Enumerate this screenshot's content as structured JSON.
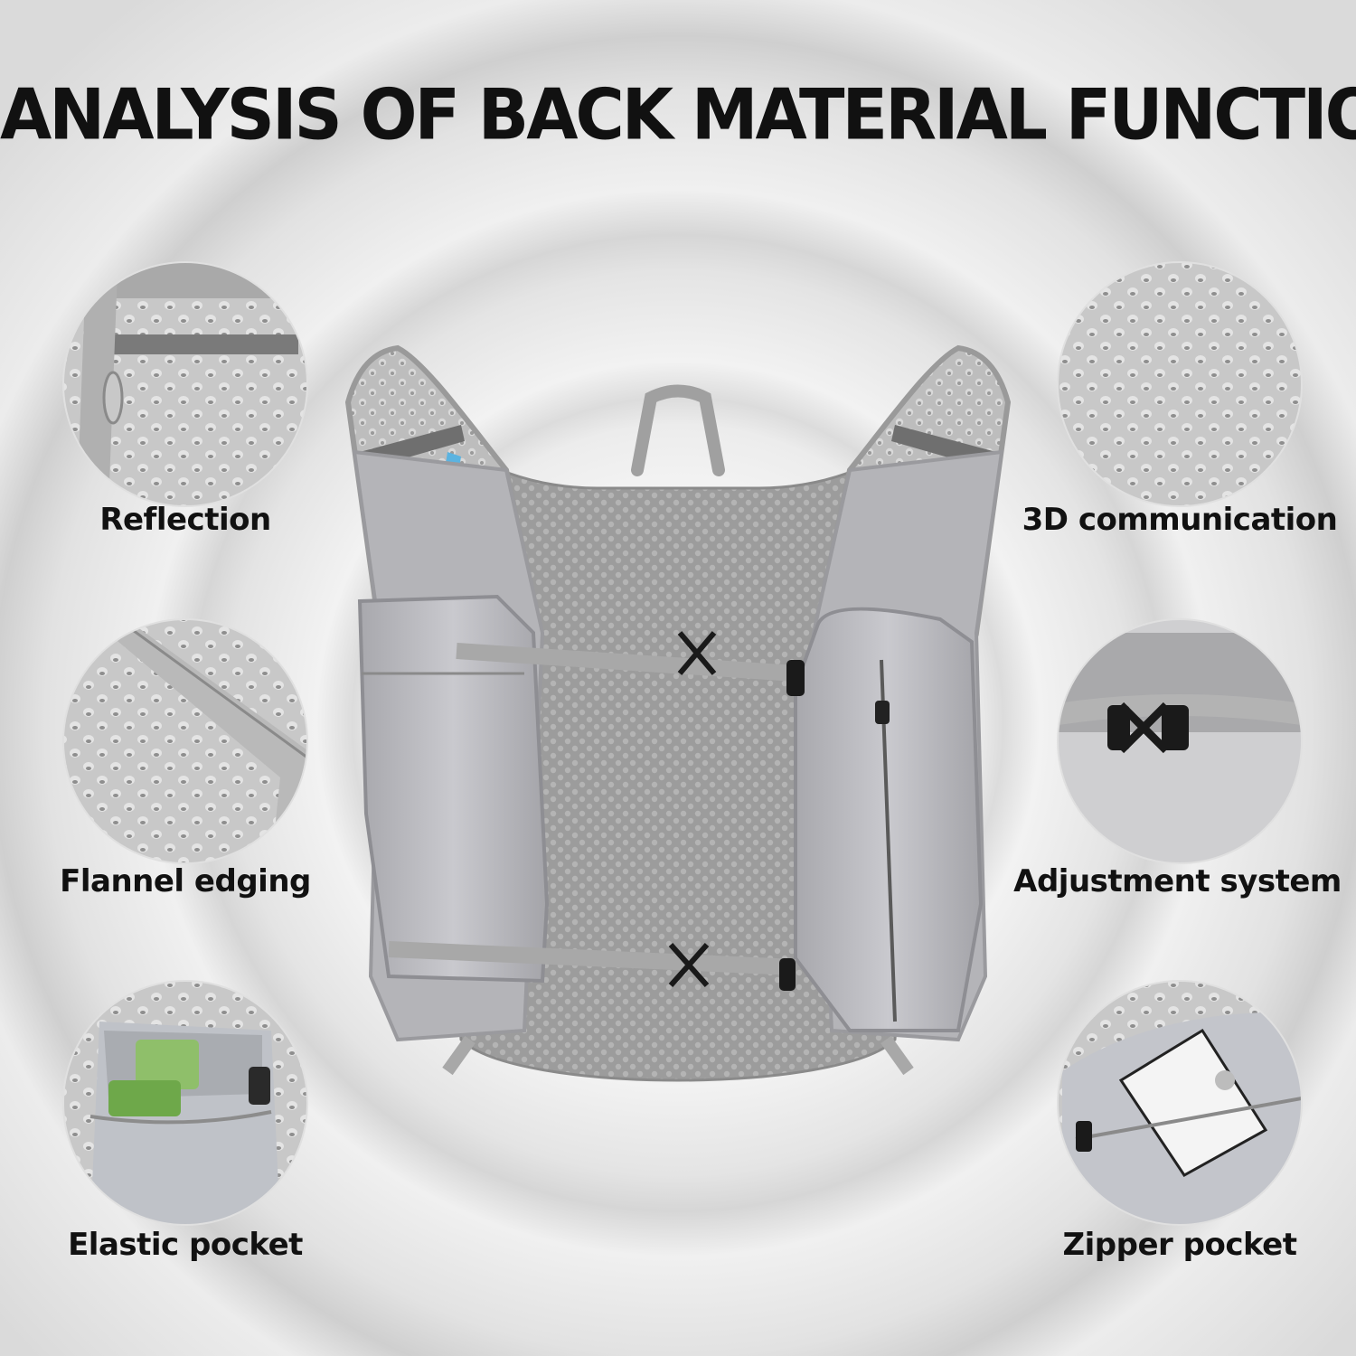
{
  "title": "ANALYSIS OF BACK MATERIAL FUNCTION",
  "features": {
    "reflection": "Reflection",
    "flannel_edging": "Flannel edging",
    "elastic_pocket": "Elastic pocket",
    "communication_3d": "3D communication",
    "adjustment_system": "Adjustment system",
    "zipper_pocket": "Zipper pocket"
  },
  "colors": {
    "fabric": "#b8b8bc",
    "mesh": "#a9a9a9",
    "dark_accent": "#1a1a1a",
    "hydration_clip": "#5bb3e0"
  }
}
